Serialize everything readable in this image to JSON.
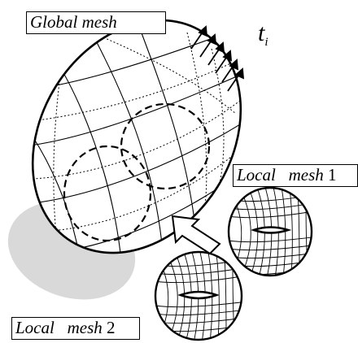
{
  "labels": {
    "global_mesh": "Global mesh",
    "local_mesh_1_word": "Local   mesh",
    "local_mesh_1_num": "1",
    "local_mesh_2_word": "Local   mesh",
    "local_mesh_2_num": "2",
    "traction_symbol": "t",
    "traction_subscript": "i"
  },
  "colors": {
    "ink": "#000000",
    "shadow": "#d9d9d9",
    "background": "#ffffff"
  }
}
